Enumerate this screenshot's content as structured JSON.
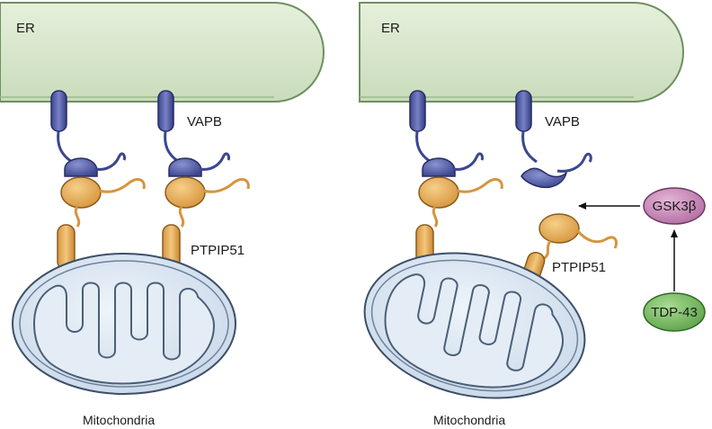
{
  "left_panel": {
    "er_label": "ER",
    "vapb_label": "VAPB",
    "ptpip51_label": "PTPIP51",
    "mito_label": "Mitochondria"
  },
  "right_panel": {
    "er_label": "ER",
    "vapb_label": "VAPB",
    "ptpip51_label": "PTPIP51",
    "mito_label": "Mitochondria",
    "gsk3b_label": "GSK3β",
    "tdp43_label": "TDP-43"
  },
  "colors": {
    "er_fill": "#d9e8cf",
    "er_stroke": "#7a9a6a",
    "vapb": "#4f5aa3",
    "vapb_dark": "#2c3370",
    "ptpip51": "#e6ad5a",
    "ptpip51_dark": "#9a6a25",
    "mito_fill": "#dbe6f2",
    "mito_stroke": "#4a5f78",
    "gsk3b": "#c98ab8",
    "tdp43": "#7cbf6a"
  }
}
